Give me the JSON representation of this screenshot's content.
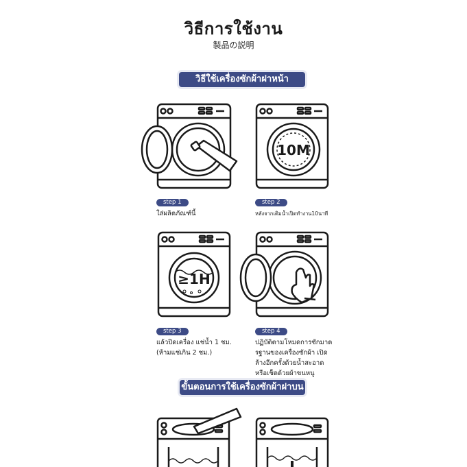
{
  "header": {
    "title": "วิธีการใช้งาน",
    "subtitle": "製品の説明"
  },
  "section_front": {
    "banner": "วิธีใช้เครื่องซักผ้าฝาหน้า",
    "steps": [
      {
        "label": "step 1",
        "text": "ใส่ผลิตภัณฑ์นี้"
      },
      {
        "label": "step 2",
        "text": "หลังจากเติมน้ำเปิดทำงาน10นาที",
        "badge": "10M"
      },
      {
        "label": "step 3",
        "text": "แล้วปิดเครื่อง  แช่น้ำ 1 ชม.\n(ห้ามแช่เกิน 2 ชม.)",
        "badge": "≥1H"
      },
      {
        "label": "step 4",
        "text": "ปฏิบัติตามโหมดการซักมาต\nรฐานของเครื่องซักผ้า เปิด\nล้างอีกครั้งด้วยน้ำสะอาด\nหรือเช็ดด้วยผ้าขนหนู"
      }
    ]
  },
  "section_top": {
    "banner": "ขั้นตอนการใช้เครื่องซักผ้าฝาบน"
  }
}
